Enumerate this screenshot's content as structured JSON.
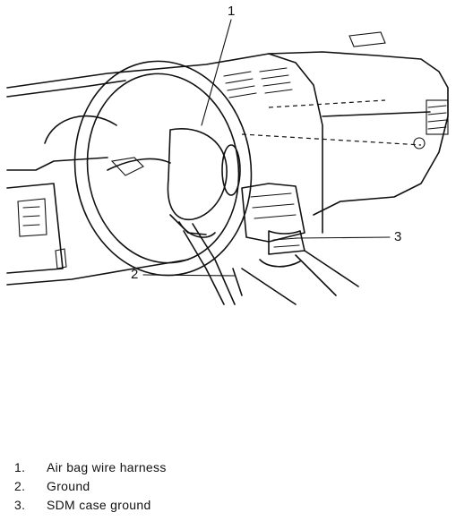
{
  "callouts": {
    "c1": "1",
    "c2": "2",
    "c3": "3"
  },
  "legend": [
    {
      "num": "1.",
      "label": "Air bag wire harness"
    },
    {
      "num": "2.",
      "label": "Ground"
    },
    {
      "num": "3.",
      "label": "SDM case ground"
    }
  ]
}
